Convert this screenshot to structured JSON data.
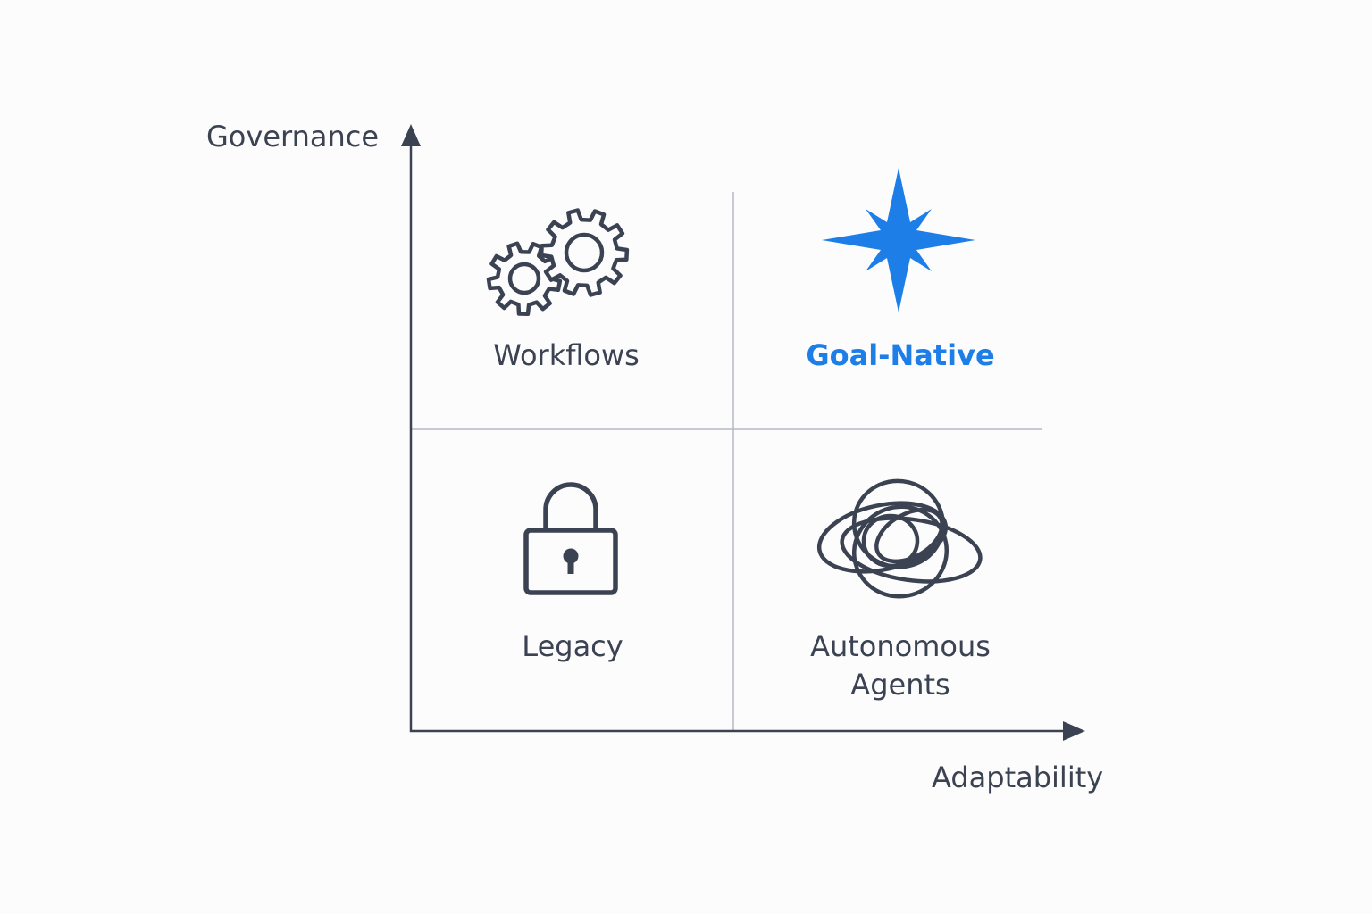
{
  "axes": {
    "y_label": "Governance",
    "x_label": "Adaptability"
  },
  "quadrants": {
    "top_left": {
      "label": "Workflows",
      "icon": "gears-icon"
    },
    "top_right": {
      "label": "Goal-Native",
      "icon": "compass-star-icon",
      "highlighted": true
    },
    "bottom_left": {
      "label": "Legacy",
      "icon": "padlock-icon"
    },
    "bottom_right": {
      "label_line1": "Autonomous",
      "label_line2": "Agents",
      "icon": "tangled-loops-icon"
    }
  },
  "colors": {
    "text": "#3b4252",
    "axis": "#3b4252",
    "grid": "#b5b9c0",
    "accent": "#1d7ee8"
  }
}
